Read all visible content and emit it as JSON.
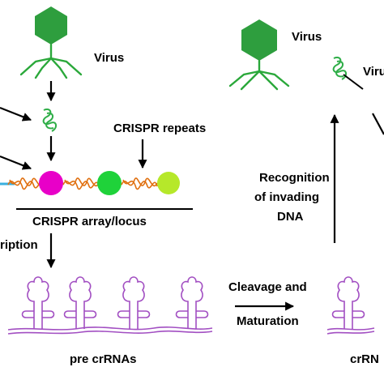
{
  "labels": {
    "virus_left": "Virus",
    "virus_right": "Virus",
    "crispr_repeats": "CRISPR repeats",
    "crispr_array": "CRISPR array/locus",
    "transcription": "ription",
    "recognition_line1": "Recognition",
    "recognition_line2": "of invading",
    "recognition_line3": "DNA",
    "cleavage": "Cleavage and",
    "maturation": "Maturation",
    "pre_crrnas": "pre crRNAs",
    "crrna": "crRN"
  },
  "colors": {
    "virus_head": "#2e9e3e",
    "virus_legs": "#2aa83a",
    "viral_dna": "#2fae48",
    "repeat_strand": "#e07010",
    "spacer_magenta": "#e800c8",
    "spacer_green": "#1fd23a",
    "spacer_lime": "#b6e82a",
    "rna": "#a24fc2",
    "line": "#000000",
    "leader": "#3ab0e0"
  }
}
